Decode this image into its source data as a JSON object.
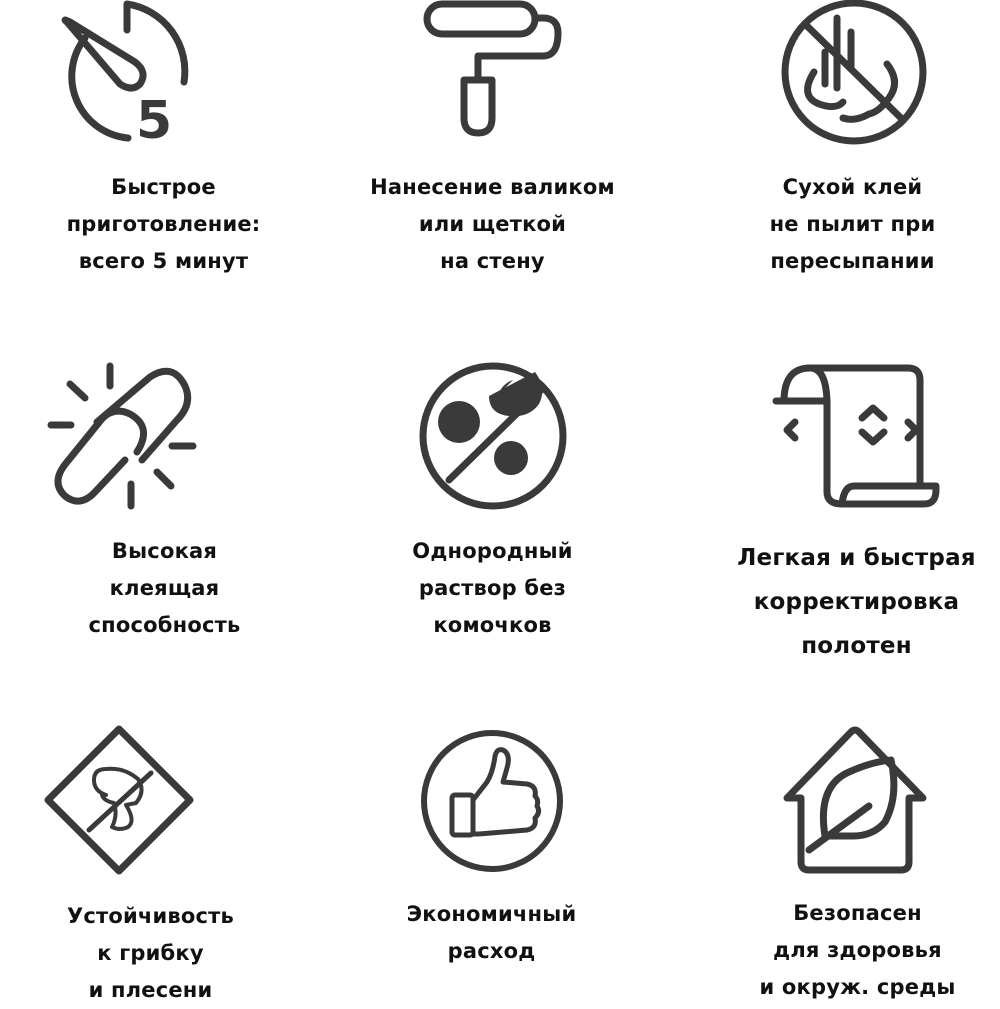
{
  "colors": {
    "icon": "#3a3a3a",
    "text": "#111111",
    "background": "#ffffff"
  },
  "features": [
    {
      "icon": "stopwatch-5-icon",
      "icon_text": "5",
      "lines": [
        "Быстрое",
        "приготовление:",
        "всего 5 минут"
      ]
    },
    {
      "icon": "paint-roller-icon",
      "lines": [
        "Нанесение валиком",
        "или щеткой",
        "на стену"
      ]
    },
    {
      "icon": "no-dust-icon",
      "lines": [
        "Сухой клей",
        "не пылит при",
        "пересыпании"
      ]
    },
    {
      "icon": "chain-link-icon",
      "lines": [
        "Высокая",
        "клеящая",
        "способность"
      ]
    },
    {
      "icon": "no-lumps-icon",
      "lines": [
        "Однородный",
        "раствор без",
        "комочков"
      ]
    },
    {
      "icon": "wallpaper-roll-adjust-icon",
      "lines": [
        "Легкая и быстрая",
        "корректировка",
        "полотен"
      ]
    },
    {
      "icon": "no-mushroom-icon",
      "lines": [
        "Устойчивость",
        "к грибку",
        "и плесени"
      ]
    },
    {
      "icon": "thumbs-up-icon",
      "lines": [
        "Экономичный",
        "расход"
      ]
    },
    {
      "icon": "eco-house-leaf-icon",
      "lines": [
        "Безопасен",
        "для здоровья",
        "и окруж. среды"
      ]
    }
  ]
}
